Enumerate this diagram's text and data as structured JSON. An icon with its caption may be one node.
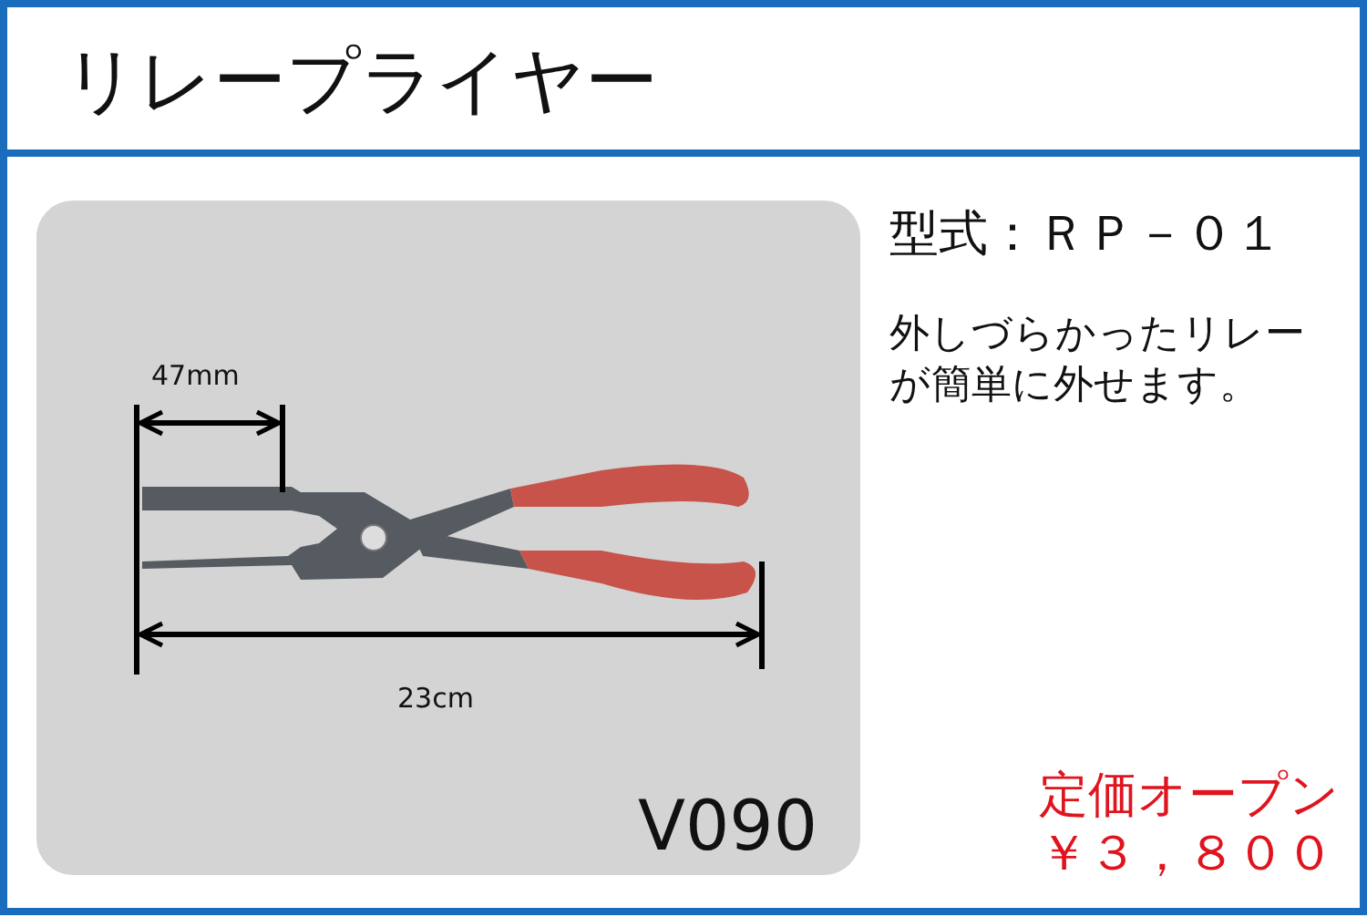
{
  "diagram": {
    "title": "リレープライヤー",
    "labels": [
      "型式：ＲＰ－０１",
      "外しづらかったリレーが簡単に外せます。",
      "47mm",
      "23cm",
      "V090",
      "定価オープン",
      "￥３，８００"
    ]
  }
}
